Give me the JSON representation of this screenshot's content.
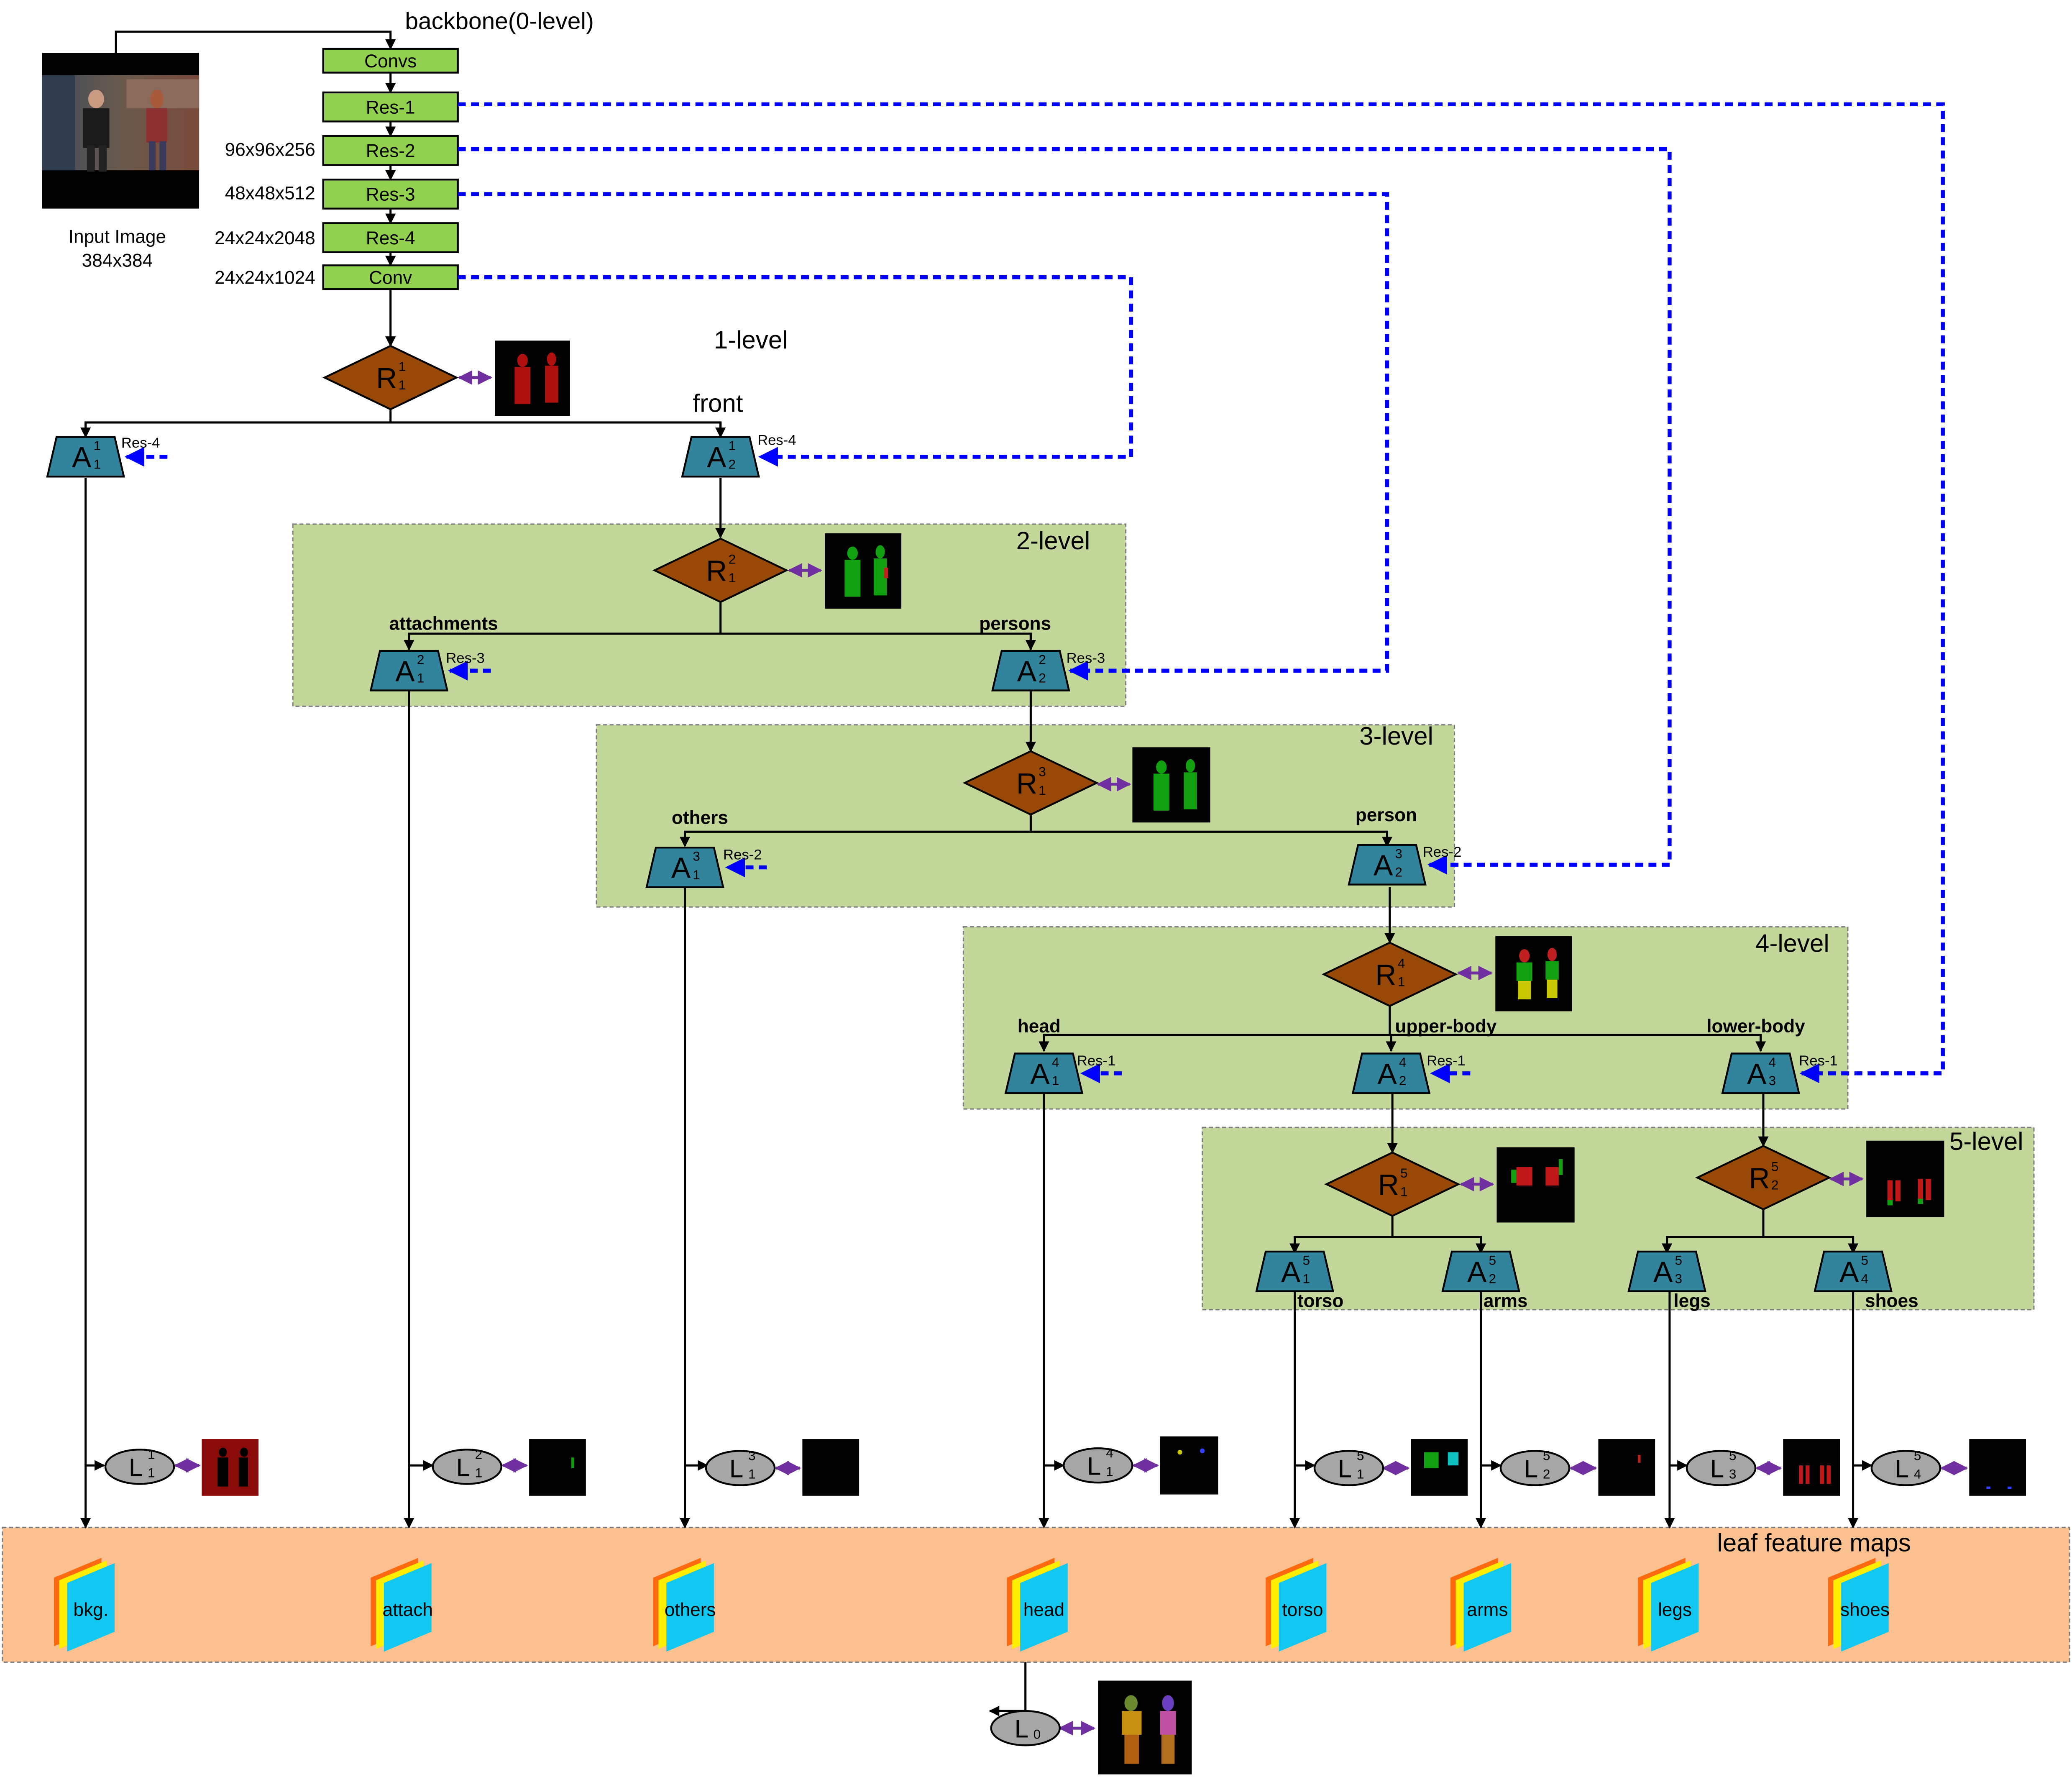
{
  "backbone": {
    "title": "backbone(0-level)",
    "layers": [
      "Convs",
      "Res-1",
      "Res-2",
      "Res-3",
      "Res-4",
      "Conv"
    ],
    "dims": [
      "96x96x256",
      "48x48x512",
      "24x24x2048",
      "24x24x1024"
    ],
    "input_label_1": "Input Image",
    "input_label_2": "384x384"
  },
  "levels": {
    "l1": "1-level",
    "l2": "2-level",
    "l3": "3-level",
    "l4": "4-level",
    "l5": "5-level"
  },
  "node_letters": {
    "router": "R",
    "attention": "A",
    "leaf": "L"
  },
  "nodes": {
    "R11": {
      "sub": "1",
      "sup": "1"
    },
    "A11": {
      "sub": "1",
      "sup": "1"
    },
    "A12": {
      "sub": "2",
      "sup": "1"
    },
    "R21": {
      "sub": "1",
      "sup": "2"
    },
    "A21": {
      "sub": "1",
      "sup": "2"
    },
    "A22": {
      "sub": "2",
      "sup": "2"
    },
    "R31": {
      "sub": "1",
      "sup": "3"
    },
    "A31": {
      "sub": "1",
      "sup": "3"
    },
    "A32": {
      "sub": "2",
      "sup": "3"
    },
    "R41": {
      "sub": "1",
      "sup": "4"
    },
    "A41": {
      "sub": "1",
      "sup": "4"
    },
    "A42": {
      "sub": "2",
      "sup": "4"
    },
    "A43": {
      "sub": "3",
      "sup": "4"
    },
    "R51": {
      "sub": "1",
      "sup": "5"
    },
    "R52": {
      "sub": "2",
      "sup": "5"
    },
    "A51": {
      "sub": "1",
      "sup": "5"
    },
    "A52": {
      "sub": "2",
      "sup": "5"
    },
    "A53": {
      "sub": "3",
      "sup": "5"
    },
    "A54": {
      "sub": "4",
      "sup": "5"
    },
    "L11": {
      "sub": "1",
      "sup": "1"
    },
    "L12": {
      "sub": "1",
      "sup": "2"
    },
    "L13": {
      "sub": "1",
      "sup": "3"
    },
    "L14": {
      "sub": "1",
      "sup": "4"
    },
    "L15": {
      "sub": "1",
      "sup": "5"
    },
    "L25": {
      "sub": "2",
      "sup": "5"
    },
    "L35": {
      "sub": "3",
      "sup": "5"
    },
    "L45": {
      "sub": "4",
      "sup": "5"
    },
    "L0": {
      "sub": "0",
      "sup": ""
    }
  },
  "branches": {
    "front": "front",
    "attachments": "attachments",
    "persons": "persons",
    "others": "others",
    "person": "person",
    "head": "head",
    "upper_body": "upper-body",
    "lower_body": "lower-body",
    "torso": "torso",
    "arms": "arms",
    "legs": "legs",
    "shoes": "shoes"
  },
  "res_refs": {
    "A11": "Res-4",
    "A12": "Res-4",
    "A21": "Res-3",
    "A22": "Res-3",
    "A31": "Res-2",
    "A32": "Res-2",
    "A41": "Res-1",
    "A42": "Res-1",
    "A43": "Res-1"
  },
  "leaf_maps": {
    "title": "leaf feature maps",
    "labels": [
      "bkg.",
      "attach",
      "others",
      "head",
      "torso",
      "arms",
      "legs",
      "shoes"
    ]
  },
  "colors": {
    "backbone_layer": "#92d050",
    "router": "#984807",
    "attention": "#31849b",
    "leaf_node": "#a6a6a6",
    "level_panel": "#c4d79b",
    "leaf_panel": "#fac090",
    "skip_arrow": "#0000ff",
    "supervision_arrow": "#7030a0"
  }
}
